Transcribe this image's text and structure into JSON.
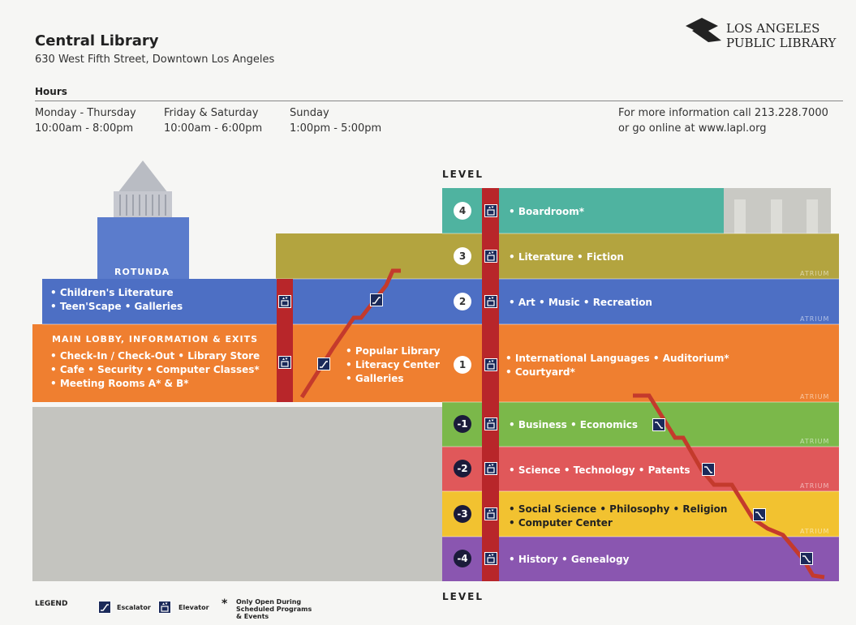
{
  "header": {
    "title": "Central Library",
    "address": "630 West Fifth Street, Downtown Los Angeles",
    "hours_label": "Hours",
    "hours": [
      {
        "days": "Monday - Thursday",
        "time": "10:00am - 8:00pm"
      },
      {
        "days": "Friday & Saturday",
        "time": "10:00am - 6:00pm"
      },
      {
        "days": "Sunday",
        "time": "1:00pm - 5:00pm"
      }
    ],
    "info_line1": "For more information call 213.228.7000",
    "info_line2": "or go online at www.lapl.org"
  },
  "logo": {
    "line1": "LOS ANGELES",
    "line2": "PUBLIC LIBRARY"
  },
  "level_label_top": "LEVEL",
  "level_label_bottom": "LEVEL",
  "floors": [
    {
      "level": "4",
      "text": "• Boardroom*",
      "color": "#4fb3a0"
    },
    {
      "level": "3",
      "text": "• Literature • Fiction",
      "color": "#b3a43f"
    },
    {
      "level": "2",
      "text": "• Art • Music • Recreation",
      "color": "#4d6fc4"
    },
    {
      "level": "1",
      "text1": "• International Languages • Auditorium*",
      "text2": "• Courtyard*",
      "color": "#ef7f30"
    },
    {
      "level": "-1",
      "text": "• Business • Economics",
      "color": "#7bb84a"
    },
    {
      "level": "-2",
      "text": "• Science • Technology • Patents",
      "color": "#e0585a"
    },
    {
      "level": "-3",
      "text1": "• Social Science • Philosophy • Religion",
      "text2": "• Computer Center",
      "color": "#f2c230"
    },
    {
      "level": "-4",
      "text": "• History • Genealogy",
      "color": "#8a56b0"
    }
  ],
  "rotunda": {
    "label": "ROTUNDA",
    "line1": "• Children's Literature",
    "line2": "• Teen'Scape • Galleries"
  },
  "main_lobby": {
    "label": "MAIN LOBBY, INFORMATION & EXITS",
    "line1": "• Check-In / Check-Out • Library Store",
    "line2": "• Cafe • Security • Computer Classes*",
    "line3": "• Meeting Rooms A* & B*"
  },
  "popular": {
    "line1": "• Popular Library",
    "line2": "• Literacy Center",
    "line3": "• Galleries"
  },
  "atrium_label": "ATRIUM",
  "legend": {
    "title": "LEGEND",
    "escalator": "Escalator",
    "elevator": "Elevator",
    "star": "*",
    "note_line1": "Only Open During",
    "note_line2": "Scheduled Programs",
    "note_line3": "& Events"
  },
  "colors": {
    "elevator_shaft": "#b8262a",
    "escalator": "#c43a2c",
    "basement_fill": "#c4c4bf",
    "rotunda_tower": "#5b7ccc",
    "icon_bg": "#1b2a5a"
  }
}
